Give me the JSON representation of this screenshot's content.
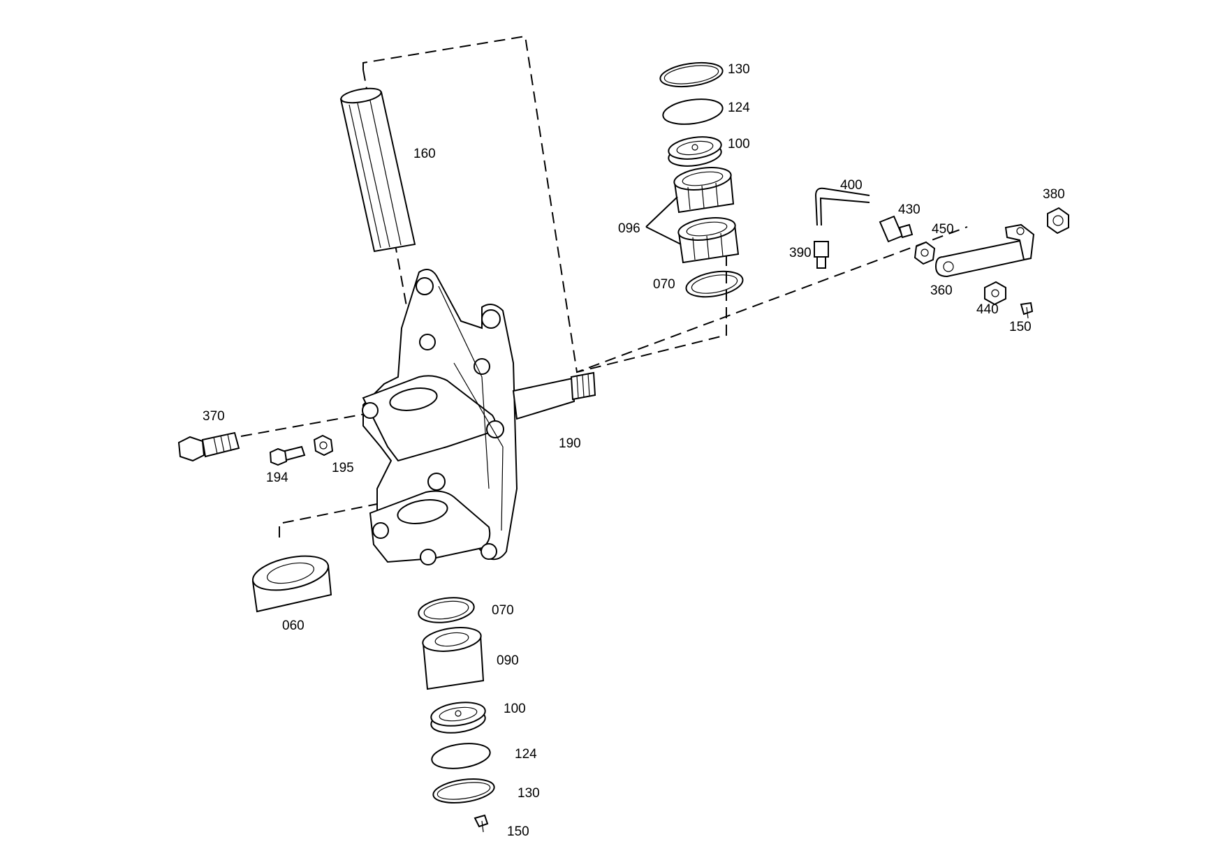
{
  "labels": {
    "p130_top": "130",
    "p124_top": "124",
    "p100_top": "100",
    "p160": "160",
    "p096": "096",
    "p070_top": "070",
    "p400": "400",
    "p430": "430",
    "p380": "380",
    "p450": "450",
    "p390": "390",
    "p360": "360",
    "p440": "440",
    "p150_right": "150",
    "p370": "370",
    "p194": "194",
    "p195": "195",
    "p190": "190",
    "p060": "060",
    "p070_bottom": "070",
    "p090": "090",
    "p100_bottom": "100",
    "p124_bottom": "124",
    "p130_bottom": "130",
    "p150_bottom": "150"
  }
}
